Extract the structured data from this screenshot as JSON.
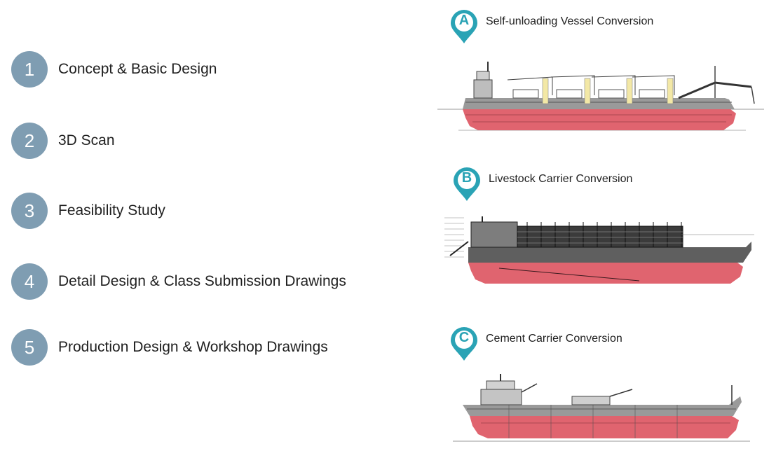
{
  "steps": [
    {
      "number": "1",
      "label": "Concept & Basic Design"
    },
    {
      "number": "2",
      "label": "3D Scan"
    },
    {
      "number": "3",
      "label": "Feasibility Study"
    },
    {
      "number": "4",
      "label": "Detail Design & Class Submission Drawings"
    },
    {
      "number": "5",
      "label": "Production Design & Workshop Drawings"
    }
  ],
  "conversions": [
    {
      "letter": "A",
      "title": "Self-unloading Vessel Conversion"
    },
    {
      "letter": "B",
      "title": "Livestock Carrier Conversion"
    },
    {
      "letter": "C",
      "title": "Cement  Carrier Conversion"
    }
  ],
  "colors": {
    "step_circle": "#7f9db2",
    "pin": "#2aa3b5",
    "hull_below_waterline": "#e0646f",
    "hull_above_waterline": "#9a9a9a"
  }
}
